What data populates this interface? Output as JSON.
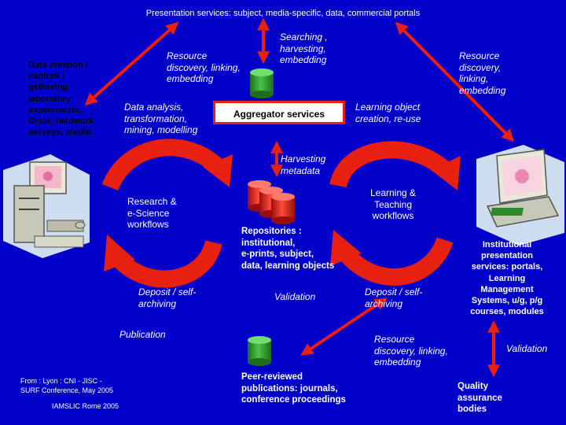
{
  "header": {
    "title": "Presentation services: subject, media-specific, data, commercial portals"
  },
  "left": {
    "data_creation": [
      "Data creation /",
      "capture /",
      "gathering:",
      "laboratory",
      "experiments,",
      "Grids, fieldwork",
      "surveys, media"
    ],
    "resource_discovery": [
      "Resource",
      "discovery, linking,",
      "embedding"
    ],
    "data_analysis": [
      "Data analysis,",
      "transformation,",
      "mining, modelling"
    ],
    "research_workflows": [
      "Research &",
      "e-Science",
      "workflows"
    ],
    "deposit": [
      "Deposit / self-",
      "archiving"
    ],
    "publication": "Publication"
  },
  "center": {
    "searching": [
      "Searching ,",
      "harvesting,",
      "embedding"
    ],
    "aggregator": "Aggregator services",
    "harvesting_metadata": [
      "Harvesting",
      "metadata"
    ],
    "repositories": [
      "Repositories :",
      "institutional,",
      "e-prints, subject,",
      "data, learning objects"
    ],
    "validation": "Validation",
    "peer_reviewed": [
      "Peer-reviewed",
      "publications: journals,",
      "conference proceedings"
    ]
  },
  "right": {
    "resource_discovery_top": [
      "Resource",
      "discovery,",
      "linking,",
      "embedding"
    ],
    "learning_object": [
      "Learning object",
      "creation, re-use"
    ],
    "learning_teaching": [
      "Learning &",
      "Teaching",
      "workflows"
    ],
    "institutional": [
      "Institutional",
      "presentation",
      "services: portals,",
      "Learning",
      "Management",
      "Systems, u/g, p/g",
      "courses, modules"
    ],
    "deposit": [
      "Deposit / self-",
      "archiving"
    ],
    "resource_discovery_bottom": [
      "Resource",
      "discovery, linking,",
      "embedding"
    ],
    "validation": "Validation",
    "quality": [
      "Quality",
      "assurance",
      "bodies"
    ]
  },
  "footer": {
    "source": [
      "From :    Lyon : CNI - JISC -",
      "SURF Conference, May 2005"
    ],
    "event": "IAMSLIC Rome 2005"
  },
  "colors": {
    "background": "#0000c8",
    "arrow_red": "#e82010",
    "cylinder_green": "#2e9e2e",
    "cylinder_red": "#d81818"
  },
  "icons": [
    "database-cylinder-icon",
    "desktop-computer-icon",
    "laptop-computer-icon"
  ]
}
